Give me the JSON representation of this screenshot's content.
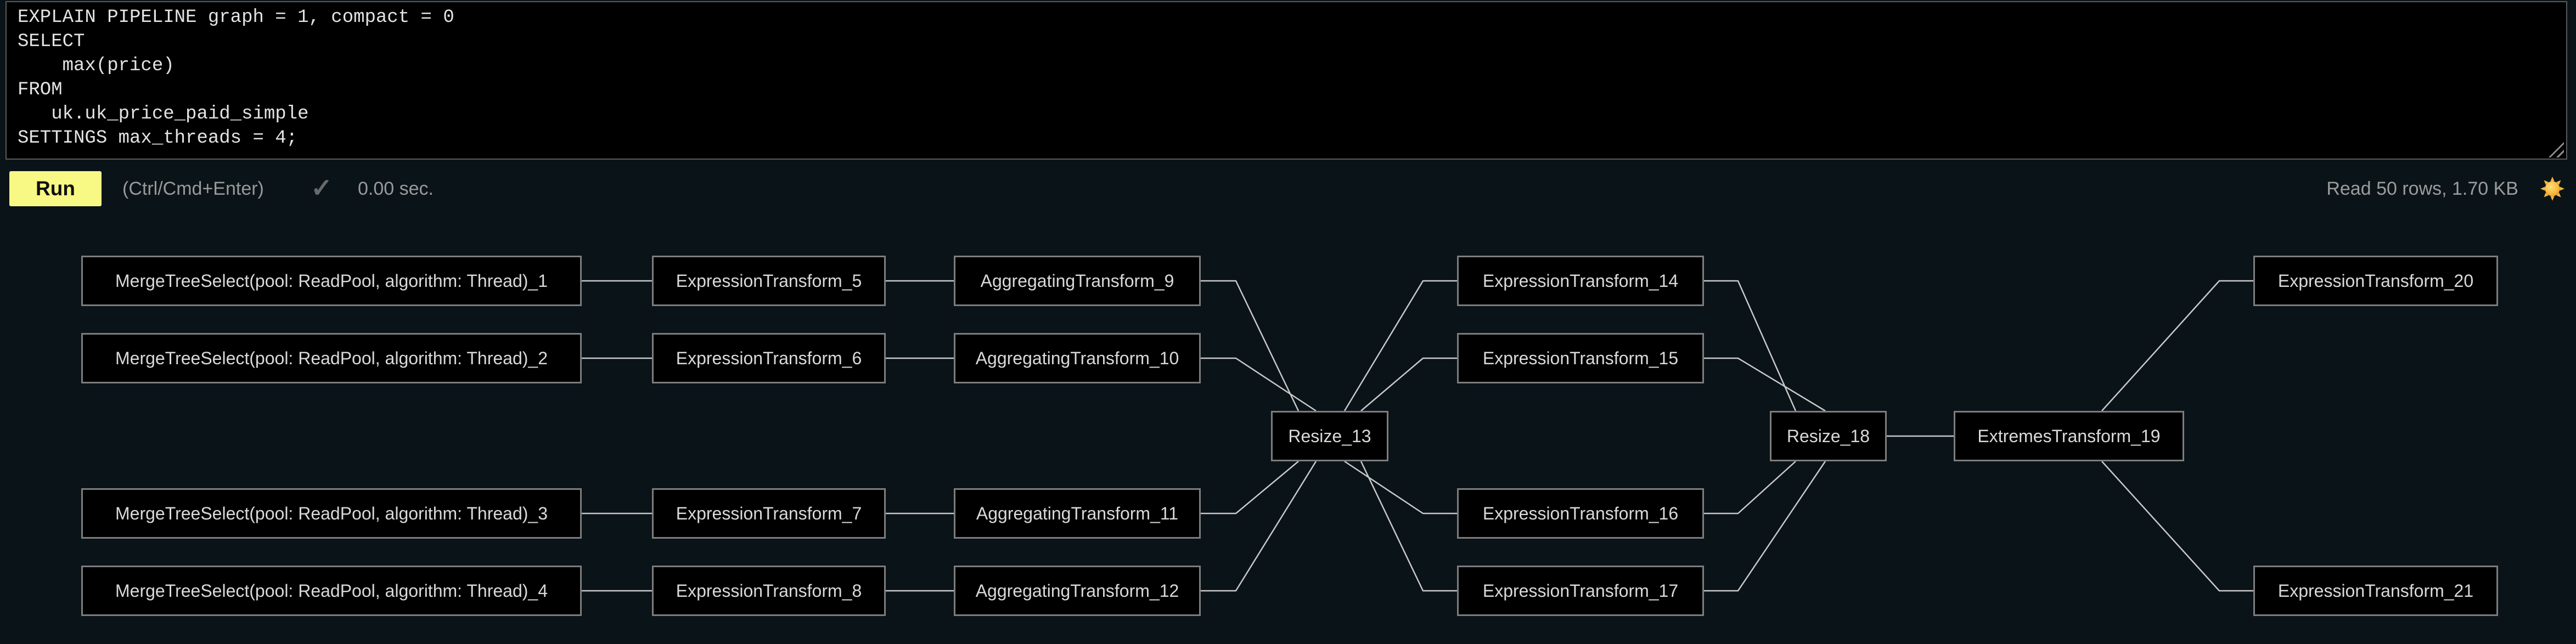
{
  "editor": {
    "sql": "EXPLAIN PIPELINE graph = 1, compact = 0\nSELECT\n    max(price)\nFROM\n   uk.uk_price_paid_simple\nSETTINGS max_threads = 4;"
  },
  "toolbar": {
    "run_label": "Run",
    "shortcut_hint": "(Ctrl/Cmd+Enter)",
    "status_check": "✓",
    "elapsed": "0.00 sec.",
    "read_stats": "Read 50 rows, 1.70 KB",
    "theme_icon": "sun"
  },
  "colors": {
    "page_bg": "#0a1318",
    "editor_bg": "#000000",
    "accent_yellow": "#f8f884",
    "edge_line": "#c9c9c9",
    "node_border": "#7d7d7d",
    "node_bg": "#000000",
    "muted_text": "#999999",
    "sun_core": "#f5a838",
    "sun_ray": "#f6b440"
  },
  "pipeline_graph": {
    "nodes": [
      {
        "id": "mts1",
        "label": "MergeTreeSelect(pool: ReadPool, algorithm: Thread)_1"
      },
      {
        "id": "mts2",
        "label": "MergeTreeSelect(pool: ReadPool, algorithm: Thread)_2"
      },
      {
        "id": "mts3",
        "label": "MergeTreeSelect(pool: ReadPool, algorithm: Thread)_3"
      },
      {
        "id": "mts4",
        "label": "MergeTreeSelect(pool: ReadPool, algorithm: Thread)_4"
      },
      {
        "id": "et5",
        "label": "ExpressionTransform_5"
      },
      {
        "id": "et6",
        "label": "ExpressionTransform_6"
      },
      {
        "id": "et7",
        "label": "ExpressionTransform_7"
      },
      {
        "id": "et8",
        "label": "ExpressionTransform_8"
      },
      {
        "id": "at9",
        "label": "AggregatingTransform_9"
      },
      {
        "id": "at10",
        "label": "AggregatingTransform_10"
      },
      {
        "id": "at11",
        "label": "AggregatingTransform_11"
      },
      {
        "id": "at12",
        "label": "AggregatingTransform_12"
      },
      {
        "id": "r13",
        "label": "Resize_13"
      },
      {
        "id": "et14",
        "label": "ExpressionTransform_14"
      },
      {
        "id": "et15",
        "label": "ExpressionTransform_15"
      },
      {
        "id": "et16",
        "label": "ExpressionTransform_16"
      },
      {
        "id": "et17",
        "label": "ExpressionTransform_17"
      },
      {
        "id": "r18",
        "label": "Resize_18"
      },
      {
        "id": "ext19",
        "label": "ExtremesTransform_19"
      },
      {
        "id": "et20",
        "label": "ExpressionTransform_20"
      },
      {
        "id": "et21",
        "label": "ExpressionTransform_21"
      }
    ],
    "edges": [
      [
        "mts1",
        "et5"
      ],
      [
        "mts2",
        "et6"
      ],
      [
        "mts3",
        "et7"
      ],
      [
        "mts4",
        "et8"
      ],
      [
        "et5",
        "at9"
      ],
      [
        "et6",
        "at10"
      ],
      [
        "et7",
        "at11"
      ],
      [
        "et8",
        "at12"
      ],
      [
        "at9",
        "r13"
      ],
      [
        "at10",
        "r13"
      ],
      [
        "at11",
        "r13"
      ],
      [
        "at12",
        "r13"
      ],
      [
        "r13",
        "et14"
      ],
      [
        "r13",
        "et15"
      ],
      [
        "r13",
        "et16"
      ],
      [
        "r13",
        "et17"
      ],
      [
        "et14",
        "r18"
      ],
      [
        "et15",
        "r18"
      ],
      [
        "et16",
        "r18"
      ],
      [
        "et17",
        "r18"
      ],
      [
        "r18",
        "ext19"
      ],
      [
        "ext19",
        "et20"
      ],
      [
        "ext19",
        "et21"
      ]
    ]
  }
}
